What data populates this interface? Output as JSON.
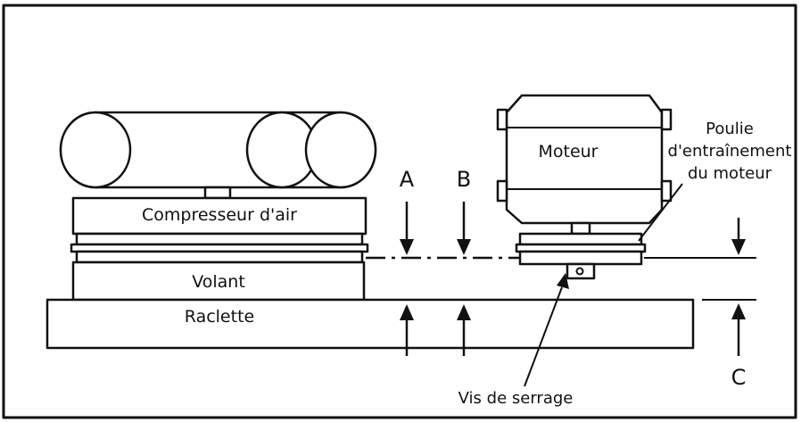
{
  "labels": {
    "compressor": "Compresseur d'air",
    "flywheel": "Volant",
    "scraper": "Raclette",
    "motor": "Moteur",
    "pulley_line1": "Poulie",
    "pulley_line2": "d'entraînement",
    "pulley_line3": "du moteur",
    "clamp_screw": "Vis de serrage",
    "marker_a": "A",
    "marker_b": "B",
    "marker_c": "C"
  },
  "colors": {
    "stroke": "#111111",
    "background": "#ffffff"
  }
}
